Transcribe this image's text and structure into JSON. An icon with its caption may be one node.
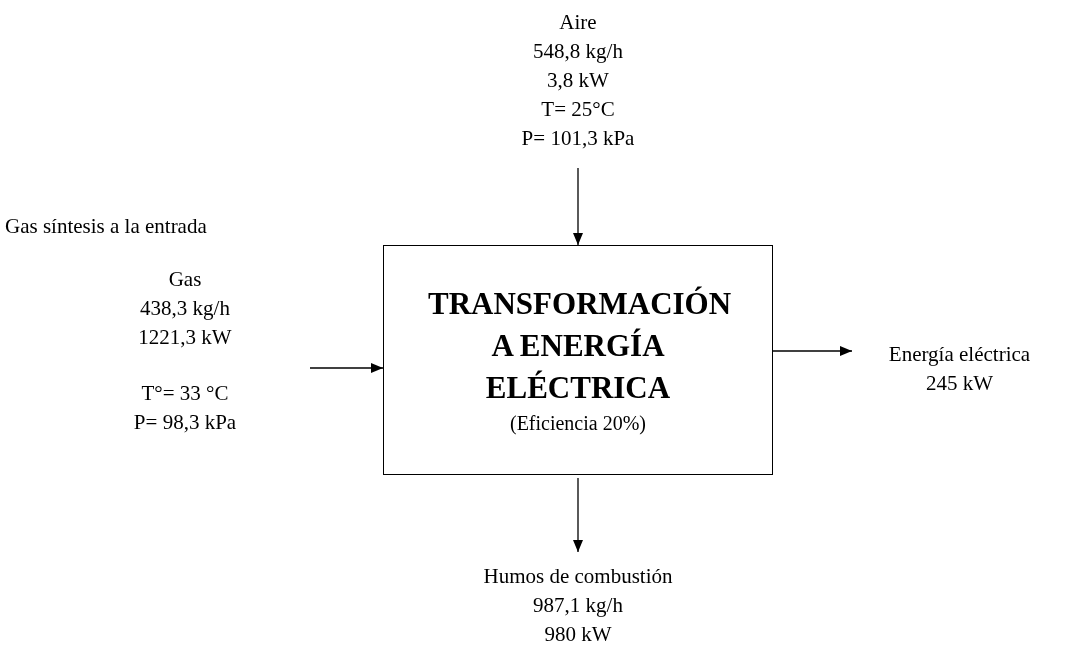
{
  "diagram": {
    "nodes": [
      {
        "text": [
          "Aire",
          "548,8 kg/h",
          "3,8 kW",
          "T= 25°C",
          "P= 101,3 kPa"
        ]
      },
      {
        "text": [
          "Gas síntesis a la entrada",
          "Gas",
          "438,3 kg/h",
          "1221,3 kW",
          "T°= 33 °C",
          "P= 98,3 kPa"
        ]
      },
      {
        "text": [
          "TRANSFORMACIÓN A ENERGÍA ELÉCTRICA",
          "(Eficiencia 20%)"
        ]
      },
      {
        "text": [
          "Energía eléctrica",
          "245 kW"
        ]
      },
      {
        "text": [
          "Humos de combustión",
          "987,1 kg/h",
          "980 kW"
        ]
      }
    ],
    "edges": [
      {
        "from": 0,
        "to": 2,
        "arrow": "to"
      },
      {
        "from": 1,
        "to": 2,
        "arrow": "to"
      },
      {
        "from": 2,
        "to": 3,
        "arrow": "to"
      },
      {
        "from": 2,
        "to": 4,
        "arrow": "to"
      }
    ]
  }
}
